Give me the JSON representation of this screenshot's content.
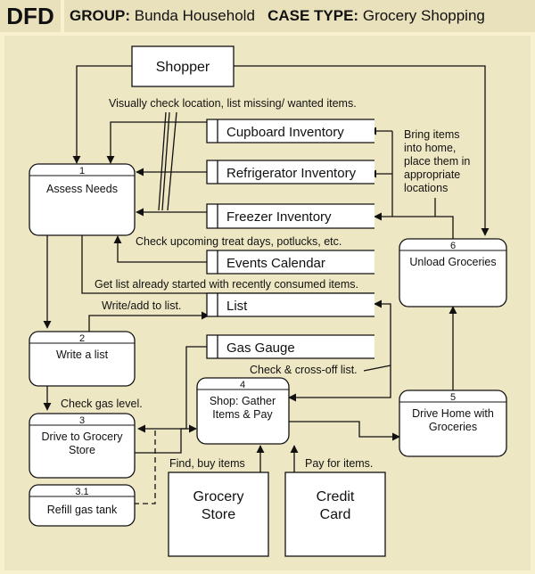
{
  "header": {
    "title": "DFD",
    "group_label": "GROUP:",
    "group_value": "Bunda Household",
    "case_label": "CASE TYPE:",
    "case_value": "Grocery Shopping"
  },
  "entities": {
    "shopper": "Shopper",
    "grocery_store": [
      "Grocery",
      "Store"
    ],
    "credit_card": [
      "Credit",
      "Card"
    ]
  },
  "processes": [
    {
      "id": "1",
      "label": [
        "Assess Needs"
      ]
    },
    {
      "id": "2",
      "label": [
        "Write a list"
      ]
    },
    {
      "id": "3",
      "label": [
        "Drive to Grocery",
        "Store"
      ]
    },
    {
      "id": "3.1",
      "label": [
        "Refill gas tank"
      ]
    },
    {
      "id": "4",
      "label": [
        "Shop: Gather",
        "Items & Pay"
      ]
    },
    {
      "id": "5",
      "label": [
        "Drive Home with",
        "Groceries"
      ]
    },
    {
      "id": "6",
      "label": [
        "Unload Groceries"
      ]
    }
  ],
  "stores": {
    "cupboard": "Cupboard Inventory",
    "refrigerator": "Refrigerator Inventory",
    "freezer": "Freezer Inventory",
    "events": "Events Calendar",
    "list": "List",
    "gas": "Gas Gauge"
  },
  "flows": {
    "visual_check": "Visually check location, list missing/ wanted items.",
    "bring_items": [
      "Bring items",
      "into home,",
      "place them in",
      "appropriate",
      "locations"
    ],
    "treat_days": "Check upcoming treat days, potlucks, etc.",
    "get_list": "Get list already started with recently consumed items.",
    "write_add": "Write/add to list.",
    "check_cross": "Check & cross-off list.",
    "check_gas": "Check gas level.",
    "find_buy": "Find, buy items",
    "pay": "Pay for items."
  }
}
